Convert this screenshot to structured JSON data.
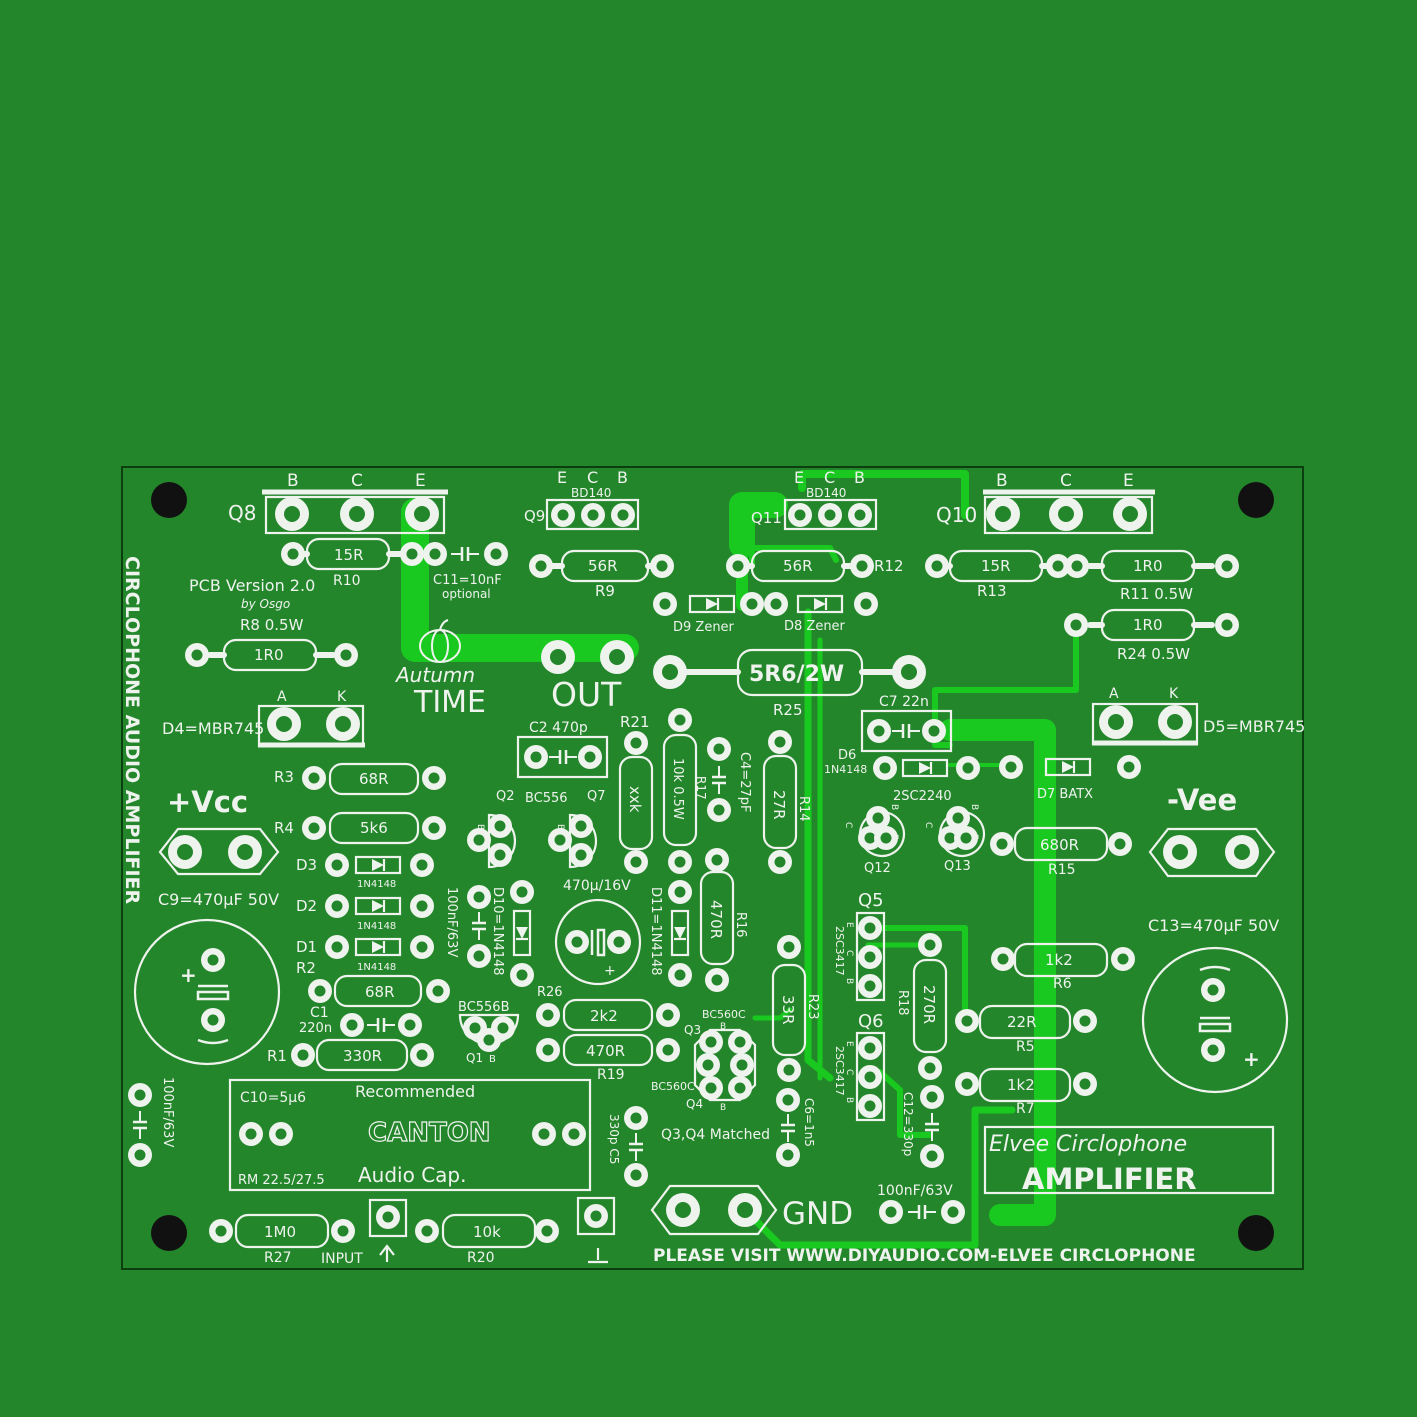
{
  "board": {
    "background": "#24862a",
    "silkscreen": "#eef3ee",
    "track": "#19c91f",
    "hole": "#111111"
  },
  "side_title": "CIRCLOPHONE AUDIO AMPLIFIER",
  "version": {
    "line1": "PCB Version 2.0",
    "line2": "by Osgo"
  },
  "logo": {
    "line1": "Autumn",
    "line2": "TIME"
  },
  "transistors": {
    "q8": "Q8",
    "q9": "Q9",
    "q11": "Q11",
    "q10": "Q10",
    "bd140_a": "BD140",
    "bd140_b": "BD140",
    "q2": "Q2",
    "q7": "Q7",
    "bc556": "BC556",
    "q1": "Q1",
    "bc556b": "BC556B",
    "q3": "Q3",
    "q4": "Q4",
    "bc560c_a": "BC560C",
    "bc560c_b": "BC560C",
    "q12": "Q12",
    "q13": "Q13",
    "sc2240": "2SC2240",
    "q5": "Q5",
    "q6": "Q6",
    "sc3417_a": "2SC3417",
    "sc3417_b": "2SC3417",
    "matched": "Q3,Q4 Matched"
  },
  "pins": {
    "b": "B",
    "c": "C",
    "e": "E",
    "a": "A",
    "k": "K"
  },
  "resistors": {
    "r10": {
      "ref": "R10",
      "value": "15R"
    },
    "r9": {
      "ref": "R9",
      "value": "56R"
    },
    "r12": {
      "ref": "R12",
      "value": "56R"
    },
    "r13": {
      "ref": "R13",
      "value": "15R"
    },
    "r11": {
      "ref": "R11 0.5W",
      "value": "1R0"
    },
    "r24": {
      "ref": "R24 0.5W",
      "value": "1R0"
    },
    "r8": {
      "ref": "R8 0.5W",
      "value": "1R0"
    },
    "r25": {
      "ref": "R25",
      "value": "5R6/2W"
    },
    "r3": {
      "ref": "R3",
      "value": "68R"
    },
    "r4": {
      "ref": "R4",
      "value": "5k6"
    },
    "r2": {
      "ref": "R2",
      "value": "68R"
    },
    "r1": {
      "ref": "R1",
      "value": "330R"
    },
    "r21": {
      "ref": "R21",
      "value": "xxk"
    },
    "r17": {
      "ref": "R17",
      "value": "10k 0.5W"
    },
    "r14": {
      "ref": "R14",
      "value": "27R"
    },
    "r16": {
      "ref": "R16",
      "value": "470R"
    },
    "r26": {
      "ref": "R26",
      "value": "2k2"
    },
    "r19": {
      "ref": "R19",
      "value": "470R"
    },
    "r23": {
      "ref": "R23",
      "value": "33R"
    },
    "r18": {
      "ref": "R18",
      "value": "270R"
    },
    "r15": {
      "ref": "R15",
      "value": "680R"
    },
    "r6": {
      "ref": "R6",
      "value": "1k2"
    },
    "r5": {
      "ref": "R5",
      "value": "22R"
    },
    "r7": {
      "ref": "R7",
      "value": "1k2"
    },
    "r27": {
      "ref": "R27",
      "value": "1M0"
    },
    "r20": {
      "ref": "R20",
      "value": "10k"
    }
  },
  "capacitors": {
    "c11": {
      "ref": "C11=10nF",
      "note": "optional"
    },
    "c2": "C2 470p",
    "c4": "C4=27pF",
    "c7": "C7 22n",
    "c9": "C9=470µF 50V",
    "c13": "C13=470µF 50V",
    "c1_ref": "C1",
    "c1_val": "220n",
    "c100_a": "100nF/63V",
    "c100_b": "100nF/63V",
    "c100_c": "100nF/63V",
    "elec": "470µ/16V",
    "c6": "C6=1n5",
    "c12": "C12=330p",
    "c5": "330p C5",
    "c10": "C10=5µ6"
  },
  "diodes": {
    "d9": "D9 Zener",
    "d8": "D8 Zener",
    "d4": "D4=MBR745",
    "d5": "D5=MBR745",
    "d6": "D6",
    "d6_type": "1N4148",
    "d7": "D7 BATX",
    "d3": "D3",
    "d2": "D2",
    "d1": "D1",
    "part_1n4148": "1N4148",
    "d10": "D10=1N4148",
    "d11": "D11=1N4148"
  },
  "connectors": {
    "out": "OUT",
    "vcc": "+Vcc",
    "vee": "-Vee",
    "gnd": "GND",
    "input": "INPUT"
  },
  "canton": {
    "recommended": "Recommended",
    "brand": "CANTON",
    "audio_cap": "Audio Cap.",
    "rm": "RM 22.5/27.5"
  },
  "brand_box": {
    "script": "Elvee Circlophone",
    "title": "AMPLIFIER"
  },
  "footer": "PLEASE VISIT WWW.DIYAUDIO.COM-ELVEE CIRCLOPHONE"
}
